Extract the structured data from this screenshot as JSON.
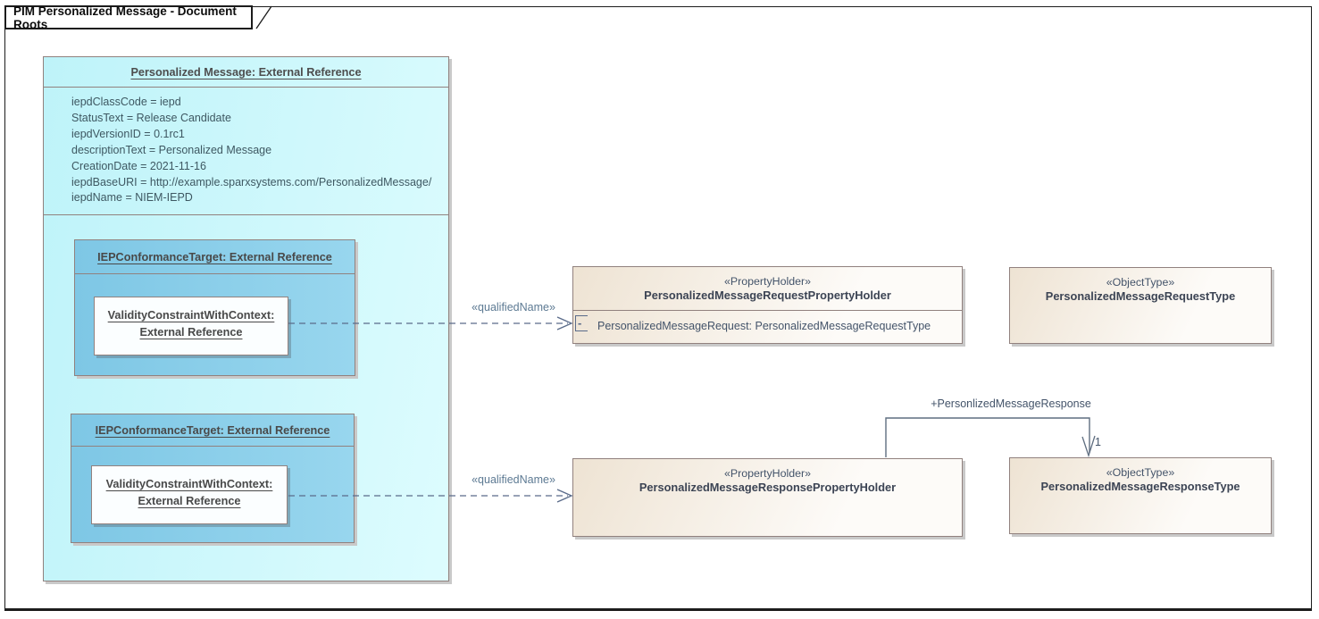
{
  "frame": {
    "title": "PIM Personalized Message - Document Roots"
  },
  "colors": {
    "cyan_fill": "#cdf8fc",
    "blue_fill": "#87cde9",
    "tan_fill": "#efe5d6",
    "node_border": "#91817e",
    "frame_border": "#1c1c1c",
    "connector_dashed": "#5a6b8a",
    "label_blue": "#5d7a93",
    "text_slate": "#44546a",
    "text_header": "#4d4d4d"
  },
  "personalized_message": {
    "title": "Personalized Message: External Reference",
    "attributes": [
      "iepdClassCode = iepd",
      "StatusText = Release Candidate",
      "iepdVersionID = 0.1rc1",
      "descriptionText = Personalized Message",
      "CreationDate = 2021-11-16",
      "iepdBaseURI = http://example.sparxsystems.com/PersonalizedMessage/",
      "iepdName = NIEM-IEPD"
    ],
    "conformance_targets": [
      {
        "title": "IEPConformanceTarget: External Reference",
        "child": {
          "line1": "ValidityConstraintWithContext:",
          "line2": "External Reference"
        }
      },
      {
        "title": "IEPConformanceTarget: External Reference",
        "child": {
          "line1": "ValidityConstraintWithContext:",
          "line2": "External Reference"
        }
      }
    ]
  },
  "elements": {
    "request_property_holder": {
      "stereotype": "«PropertyHolder»",
      "name": "PersonalizedMessageRequestPropertyHolder",
      "attribute": "PersonalizedMessageRequest: PersonalizedMessageRequestType",
      "visibility": "-"
    },
    "request_type": {
      "stereotype": "«ObjectType»",
      "name": "PersonalizedMessageRequestType"
    },
    "response_property_holder": {
      "stereotype": "«PropertyHolder»",
      "name": "PersonalizedMessageResponsePropertyHolder"
    },
    "response_type": {
      "stereotype": "«ObjectType»",
      "name": "PersonalizedMessageResponseType"
    }
  },
  "connectors": {
    "qualified_name_request": {
      "label": "«qualifiedName»"
    },
    "qualified_name_response": {
      "label": "«qualifiedName»"
    },
    "response_association": {
      "label": "+PersonlizedMessageResponse",
      "multiplicity": "1"
    }
  }
}
